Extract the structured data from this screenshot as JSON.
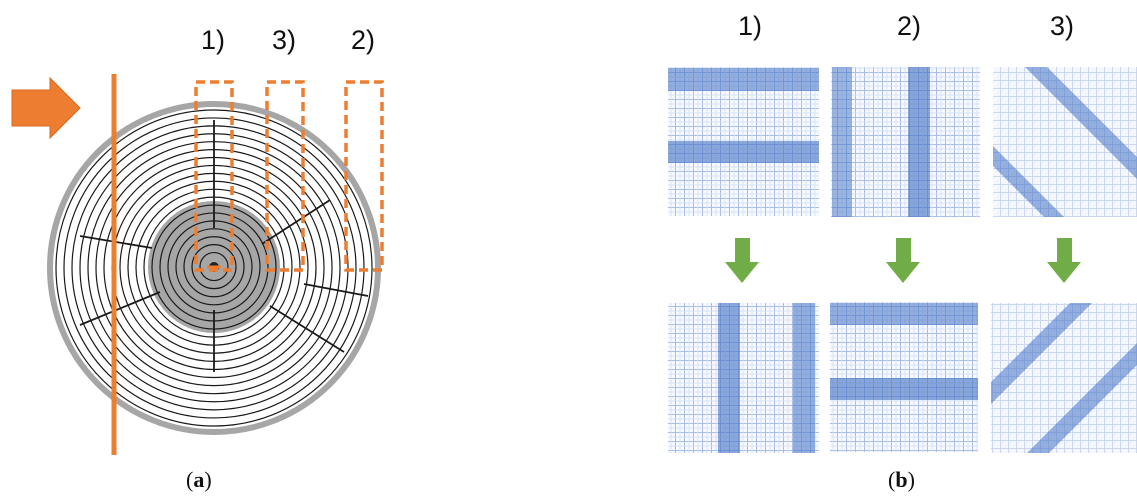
{
  "panel_a": {
    "labels": [
      "1)",
      "3)",
      "2)"
    ],
    "caption_open": "(",
    "caption_letter": "a",
    "caption_close": ")"
  },
  "panel_b": {
    "column_labels": [
      "1)",
      "2)",
      "3)"
    ],
    "caption_open": "(",
    "caption_letter": "b",
    "caption_close": ")"
  },
  "colors": {
    "orange": "#ed7d31",
    "ring_gray": "#a6a6a6",
    "core_gray": "#a6a6a6",
    "band_blue": "#4472c4",
    "grid_blue": "#9fb4e3",
    "arrow_green": "#70ad47"
  }
}
